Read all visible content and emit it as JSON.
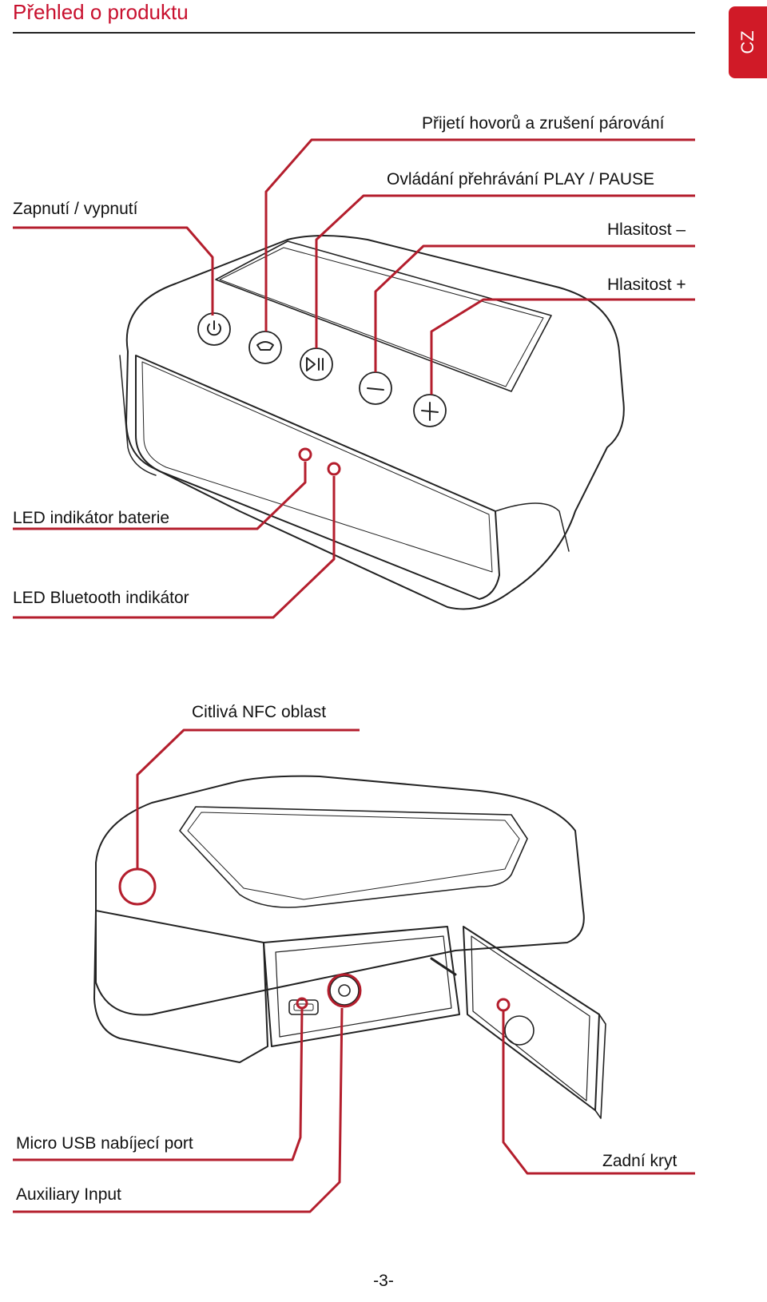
{
  "header": {
    "title": "Přehled o produktu",
    "language_tab": "CZ"
  },
  "labels": {
    "answer_call": "Přijetí hovorů a zrušení párování",
    "power": "Zapnutí / vypnutí",
    "play_pause": "Ovládání přehrávání PLAY / PAUSE",
    "volume_down": "Hlasitost –",
    "volume_up": "Hlasitost +",
    "led_battery": "LED indikátor baterie",
    "led_bluetooth": "LED Bluetooth indikátor",
    "nfc": "Citlivá NFC oblast",
    "micro_usb": "Micro USB nabíjecí port",
    "aux": "Auxiliary Input",
    "back_cover": "Zadní kryt"
  },
  "footer": {
    "page_number": "-3-"
  },
  "colors": {
    "accent": "#c8102e",
    "tab": "#d01a27",
    "line": "#222222"
  },
  "icons": [
    "power-icon",
    "phone-icon",
    "play-pause-icon",
    "minus-icon",
    "plus-icon"
  ]
}
